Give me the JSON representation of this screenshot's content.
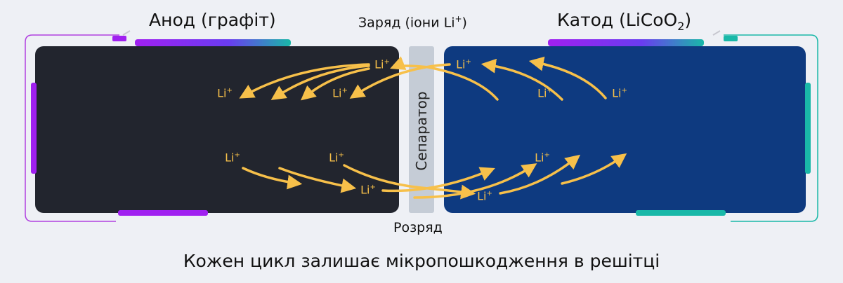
{
  "labels": {
    "anode_title": "Анод (графіт)",
    "cathode_prefix": "Катод (LiCoO",
    "cathode_sub": "2",
    "cathode_suffix": ")",
    "charge_prefix": "Заряд (іони Li",
    "charge_sup": "+",
    "charge_suffix": ")",
    "discharge": "Розряд",
    "separator": "Сепаратор",
    "caption": "Кожен цикл залишає мікропошкодження в решітці"
  },
  "ion": {
    "base": "Li",
    "sup": "+"
  },
  "colors": {
    "anode": "#22252e",
    "cathode": "#0e3a80",
    "separator": "#c5ccd6",
    "arrow": "#f7c04a",
    "purple": "#a020f0",
    "teal": "#19b8a8"
  }
}
